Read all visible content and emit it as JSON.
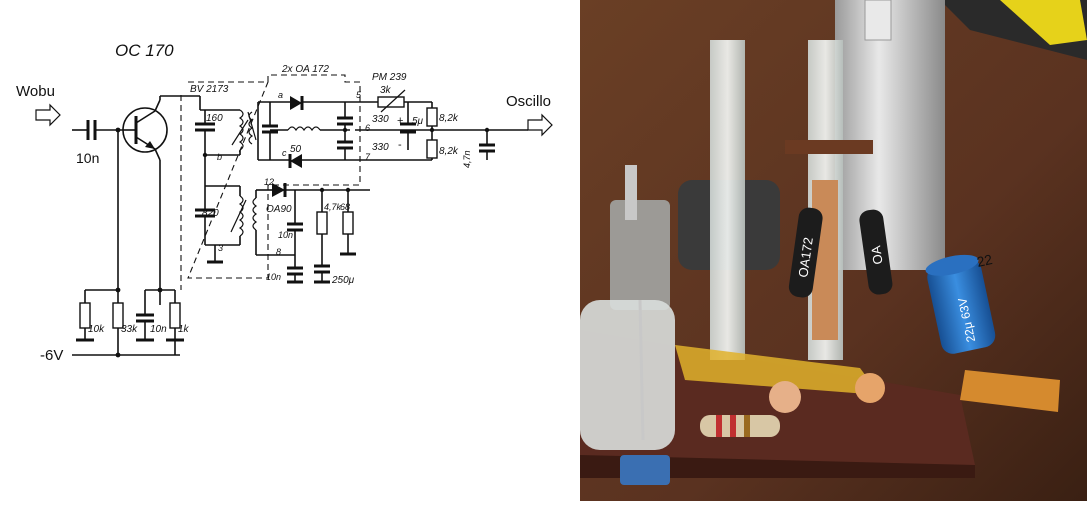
{
  "schematic": {
    "transistor": "OC 170",
    "input_label": "Wobu",
    "output_label": "Oscillo",
    "supply_label": "-6V",
    "coupling_cap": "10n",
    "filter_module": "BV 2173",
    "diode_pair": "2x OA 172",
    "pot": "PM 239",
    "pot_value": "3k",
    "detector_diode": "OA90",
    "labels": {
      "cap_160": "160",
      "cap_820": "820",
      "cap_50": "50",
      "cap_330_top": "330",
      "cap_330_bottom": "330",
      "cap_5u": "5μ",
      "cap_47n": "4,7n",
      "res_82k_top": "8,2k",
      "res_82k_bottom": "8,2k",
      "res_47k": "4,7k",
      "res_68": "68",
      "res_10k": "10k",
      "res_33k": "33k",
      "cap_10n_bias": "10n",
      "res_1k": "1k",
      "cap_10n_a": "10n",
      "cap_10n_b": "10n",
      "cap_250u": "250μ",
      "node_a": "a",
      "node_b": "b",
      "node_c": "c",
      "node_3": "3",
      "node_5": "5",
      "node_6": "6",
      "node_7": "7",
      "node_8": "8",
      "node_12": "12",
      "plus_sign": "+",
      "minus_sign": "-"
    }
  },
  "photo": {
    "cap_marking_1": "OA172",
    "cap_marking_2": "OA",
    "elko_marking": "22μ 63V",
    "elko_value": "22"
  },
  "colors": {
    "board": "#5a3422",
    "ferrite": "#3a3a3a",
    "elko": "#1f72c8",
    "shield": "#cfcfcf"
  }
}
